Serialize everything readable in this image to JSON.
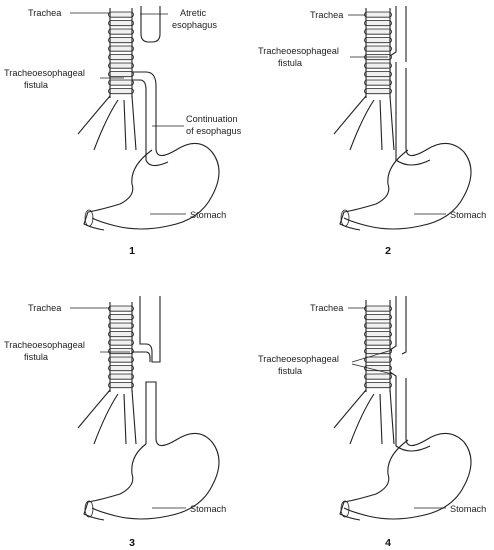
{
  "panels": [
    {
      "number": "1",
      "labels": {
        "trachea": "Trachea",
        "fistula": [
          "Tracheoesophageal",
          "fistula"
        ],
        "atretic": [
          "Atretic",
          "esophagus"
        ],
        "continuation": [
          "Continuation",
          "of esophagus"
        ],
        "stomach": "Stomach"
      }
    },
    {
      "number": "2",
      "labels": {
        "trachea": "Trachea",
        "fistula": [
          "Tracheoesophageal",
          "fistula"
        ],
        "stomach": "Stomach"
      }
    },
    {
      "number": "3",
      "labels": {
        "trachea": "Trachea",
        "fistula": [
          "Tracheoesophageal",
          "fistula"
        ],
        "stomach": "Stomach"
      }
    },
    {
      "number": "4",
      "labels": {
        "trachea": "Trachea",
        "fistula": [
          "Tracheoesophageal",
          "fistula"
        ],
        "stomach": "Stomach"
      }
    }
  ]
}
